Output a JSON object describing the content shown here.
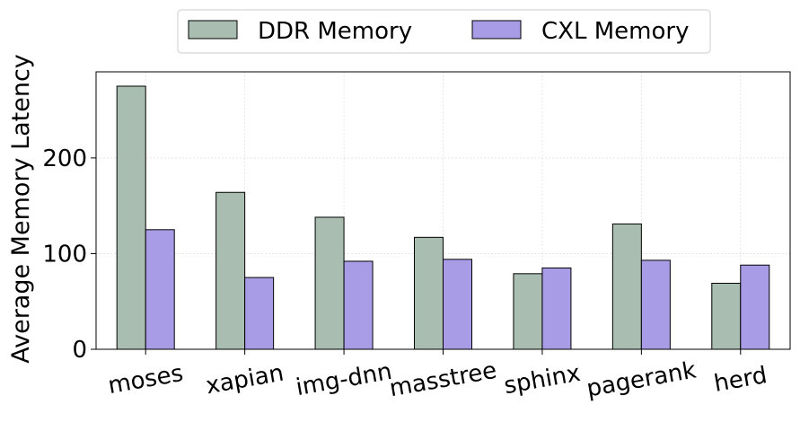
{
  "chart_data": {
    "type": "bar",
    "categories": [
      "moses",
      "xapian",
      "img-dnn",
      "masstree",
      "sphinx",
      "pagerank",
      "herd"
    ],
    "series": [
      {
        "name": "DDR Memory",
        "values": [
          275,
          164,
          138,
          117,
          79,
          131,
          69
        ],
        "color": "#a9bdb0"
      },
      {
        "name": "CXL Memory",
        "values": [
          125,
          75,
          92,
          94,
          85,
          93,
          88
        ],
        "color": "#a89ce6"
      }
    ],
    "ylabel": "Average Memory Latency",
    "xlabel": "",
    "ylim": [
      0,
      290
    ],
    "yticks": [
      0,
      100,
      200
    ],
    "grid": true,
    "legend_position": "top-center"
  }
}
